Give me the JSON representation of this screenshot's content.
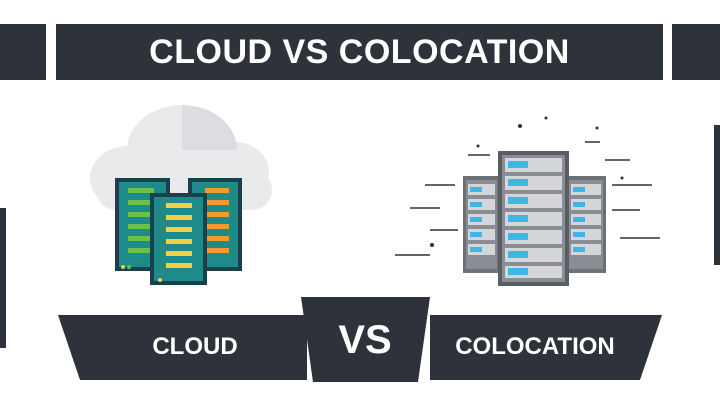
{
  "header": {
    "title": "CLOUD VS COLOCATION"
  },
  "banner": {
    "left_label": "CLOUD",
    "center_label": "VS",
    "right_label": "COLOCATION"
  },
  "colors": {
    "dark": "#2e323a",
    "cloud": "#e9eaec",
    "server_teal": "#1f8a8a",
    "server_dark": "#1b3f4d",
    "stripe_green": "#6cc04a",
    "stripe_yellow": "#f1d240",
    "stripe_orange": "#f39a2c",
    "rack_gray": "#6d7076",
    "rack_screen": "#3fb7e6"
  },
  "icons": [
    "cloud-icon",
    "server-icon",
    "server-rack-icon"
  ]
}
